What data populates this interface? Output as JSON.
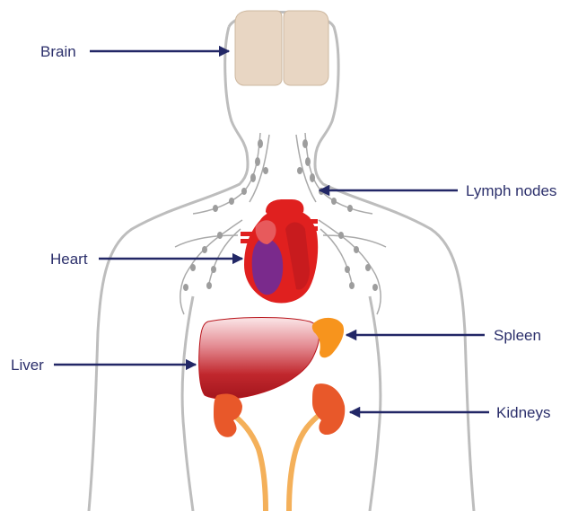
{
  "diagram": {
    "colors": {
      "label_text": "#2b2f6b",
      "arrow": "#222766",
      "body_outline": "#bdbdbd",
      "brain": "#e8d6c3",
      "heart": "#e0201f",
      "heart_chamber": "#7a2a8c",
      "liver": "#c1272d",
      "spleen": "#f7941d",
      "kidneys": "#e8582a",
      "ureters": "#f4b05a",
      "lymph": "#9d9d9d"
    },
    "labels": {
      "brain": "Brain",
      "lymph_nodes": "Lymph nodes",
      "heart": "Heart",
      "spleen": "Spleen",
      "liver": "Liver",
      "kidneys": "Kidneys"
    }
  }
}
